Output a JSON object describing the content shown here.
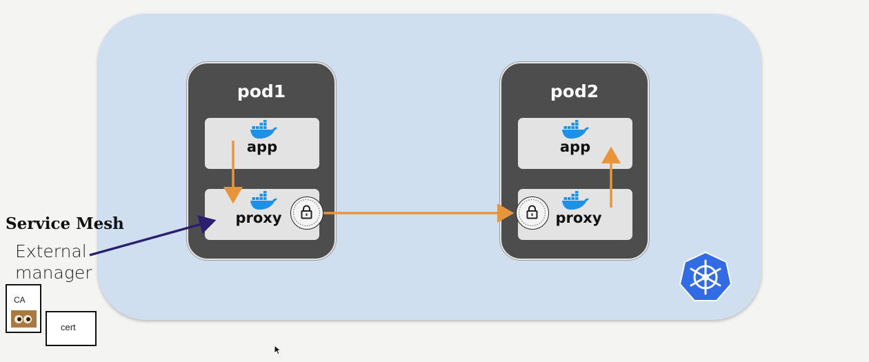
{
  "pods": [
    {
      "title": "pod1",
      "app_label": "app",
      "proxy_label": "proxy"
    },
    {
      "title": "pod2",
      "app_label": "app",
      "proxy_label": "proxy"
    }
  ],
  "service_mesh": {
    "title": "Service Mesh",
    "subtitle_line1": "External",
    "subtitle_line2": "manager"
  },
  "documents": {
    "ca_label": "CA",
    "cert_label": "cert"
  },
  "colors": {
    "cluster_bg": "#cfdff0",
    "pod_bg": "#4d4d4d",
    "flow_arrow": "#e8953a",
    "manager_arrow": "#2c1f6e",
    "docker_blue": "#1d91e6",
    "kubernetes_blue": "#326ce5"
  },
  "icons": {
    "container": "docker-whale-icon",
    "tls": "lock-icon",
    "platform": "kubernetes-helm-icon"
  }
}
